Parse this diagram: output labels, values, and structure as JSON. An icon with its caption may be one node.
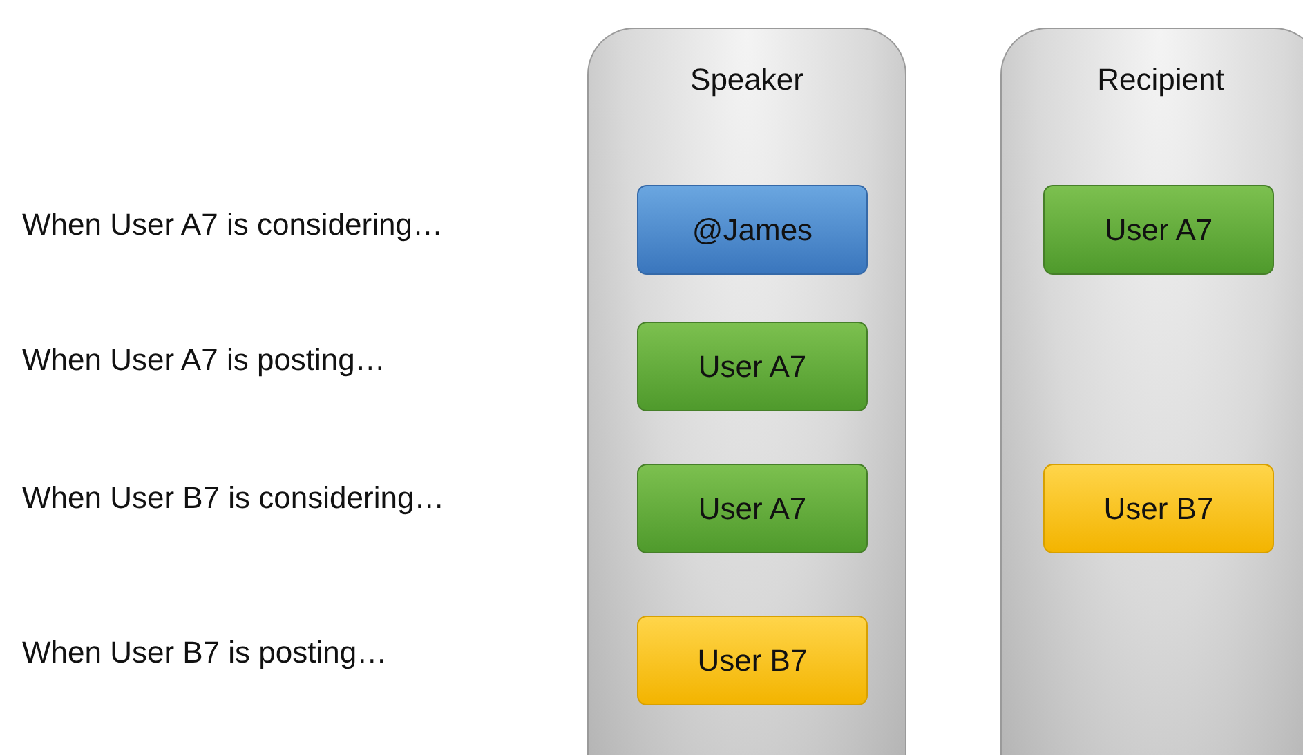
{
  "diagram": {
    "nodes": [
      {
        "text": [
          "Speaker"
        ]
      },
      {
        "text": [
          "Recipient"
        ]
      },
      {
        "text": [
          "@James"
        ],
        "in": 0
      },
      {
        "text": [
          "User A7"
        ],
        "in": 0
      },
      {
        "text": [
          "User A7"
        ],
        "in": 0
      },
      {
        "text": [
          "User B7"
        ],
        "in": 0
      },
      {
        "text": [
          "User A7"
        ],
        "in": 1
      },
      {
        "text": [
          "User B7"
        ],
        "in": 1
      }
    ],
    "labels": [
      "When User A7 is considering…",
      "When User A7 is posting…",
      "When User B7 is considering…",
      "When User B7 is posting…"
    ]
  }
}
